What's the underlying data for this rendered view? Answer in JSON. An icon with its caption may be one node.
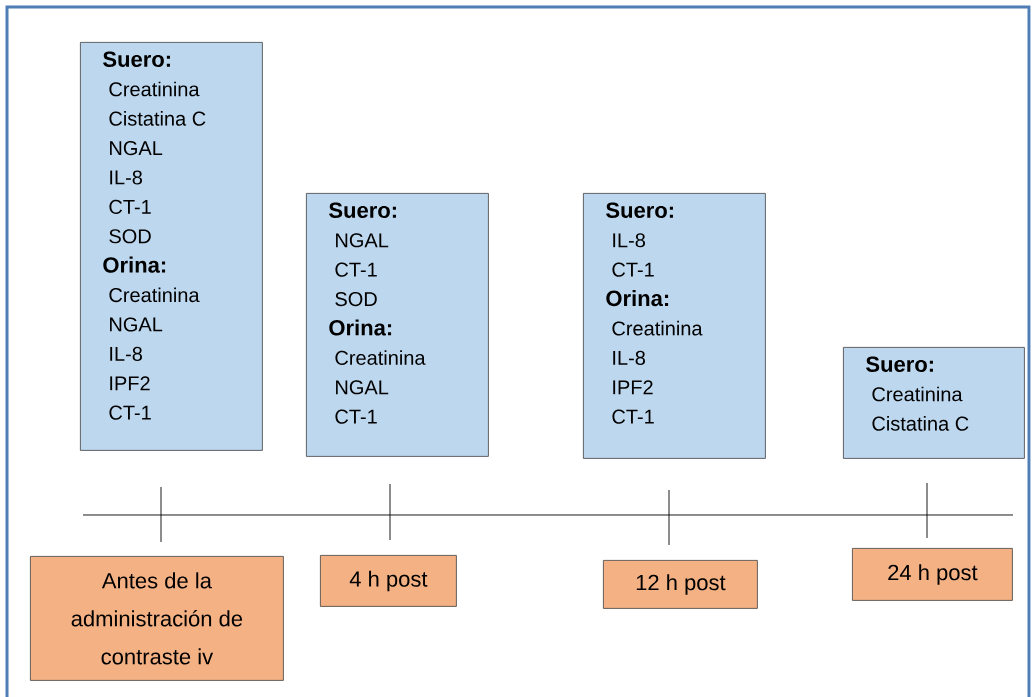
{
  "diagram": {
    "nodes": [
      {
        "text": [
          "Suero:",
          "Creatinina",
          "Cistatina C",
          "NGAL",
          "IL-8",
          "CT-1",
          "SOD",
          "Orina:",
          "Creatinina",
          "NGAL",
          "IL-8",
          "IPF2",
          "CT-1"
        ]
      },
      {
        "text": [
          "Suero:",
          "NGAL",
          "CT-1",
          "SOD",
          "Orina:",
          "Creatinina",
          "NGAL",
          "CT-1"
        ]
      },
      {
        "text": [
          "Suero:",
          "IL-8",
          "CT-1",
          "Orina:",
          "Creatinina",
          "IL-8",
          "IPF2",
          "CT-1"
        ]
      },
      {
        "text": [
          "Suero:",
          "Creatinina",
          "Cistatina C"
        ]
      },
      {
        "text": [
          "Antes de la administración de contraste iv"
        ]
      },
      {
        "text": [
          "4 h post"
        ]
      },
      {
        "text": [
          "12 h post"
        ]
      },
      {
        "text": [
          "24 h post"
        ]
      }
    ]
  }
}
